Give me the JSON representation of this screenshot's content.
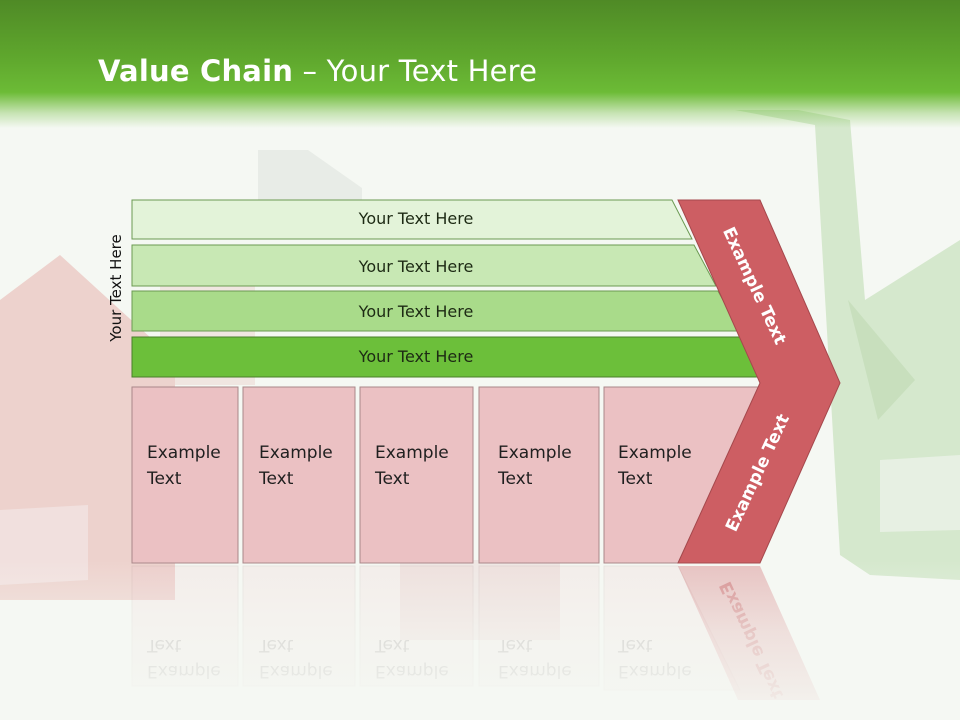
{
  "title": {
    "bold": "Value Chain",
    "rest": " – Your Text Here"
  },
  "side_label": "Your Text Here",
  "bars": [
    {
      "label": "Your Text Here"
    },
    {
      "label": "Your Text Here"
    },
    {
      "label": "Your Text Here"
    },
    {
      "label": "Your Text Here"
    }
  ],
  "boxes": [
    {
      "line1": "Example",
      "line2": "Text"
    },
    {
      "line1": "Example",
      "line2": "Text"
    },
    {
      "line1": "Example",
      "line2": "Text"
    },
    {
      "line1": "Example",
      "line2": "Text"
    },
    {
      "line1": "Example",
      "line2": "Text"
    }
  ],
  "chevron": {
    "upper": "Example Text",
    "lower": "Example Text"
  },
  "colors": {
    "title_green": "#5fa72d",
    "bar_1": "#e3f3d9",
    "bar_2": "#c8e8b4",
    "bar_3": "#a9db8a",
    "bar_4": "#6cbf3a",
    "box_pink": "#ebc1c3",
    "chevron_red": "#cd5e63"
  }
}
